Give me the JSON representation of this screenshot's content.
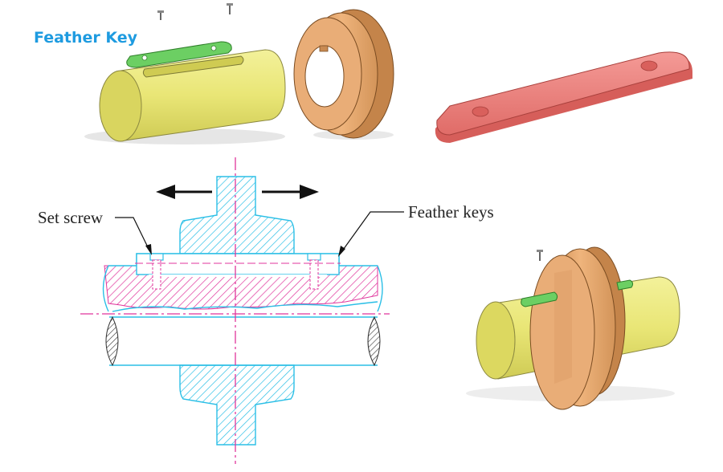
{
  "title": "Feather Key",
  "labels": {
    "set_screw": "Set screw",
    "feather_keys": "Feather keys"
  },
  "colors": {
    "title": "#1e9be0",
    "shaft": "#ece97a",
    "hub": "#e3a66d",
    "key_green": "#6ccf63",
    "key_red": "#ee7f7b",
    "section_cyan": "#2bbfe6",
    "section_magenta": "#e0359c"
  },
  "icons": {
    "direction_arrows": "left-right-arrow-icon"
  }
}
